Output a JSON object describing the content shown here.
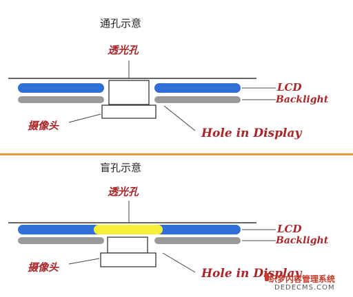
{
  "top": {
    "title": "通孔示意",
    "aperture_label": "透光孔",
    "lcd_label": "LCD",
    "backlight_label": "Backlight",
    "camera_label": "摄像头",
    "hole_label": "Hole in Display"
  },
  "bottom": {
    "title": "盲孔示意",
    "aperture_label": "透光孔",
    "lcd_label": "LCD",
    "backlight_label": "Backlight",
    "camera_label": "摄像头",
    "hole_label": "Hole in Display"
  },
  "colors": {
    "lcd": "#2f6fd6",
    "backlight": "#9a9a9a",
    "blind_window": "#f5ef3a",
    "annotation": "#a8262a",
    "divider": "#e69b38"
  },
  "watermark": {
    "line1": "织梦内容管理系统",
    "line2": "DEDECMS.COM"
  }
}
